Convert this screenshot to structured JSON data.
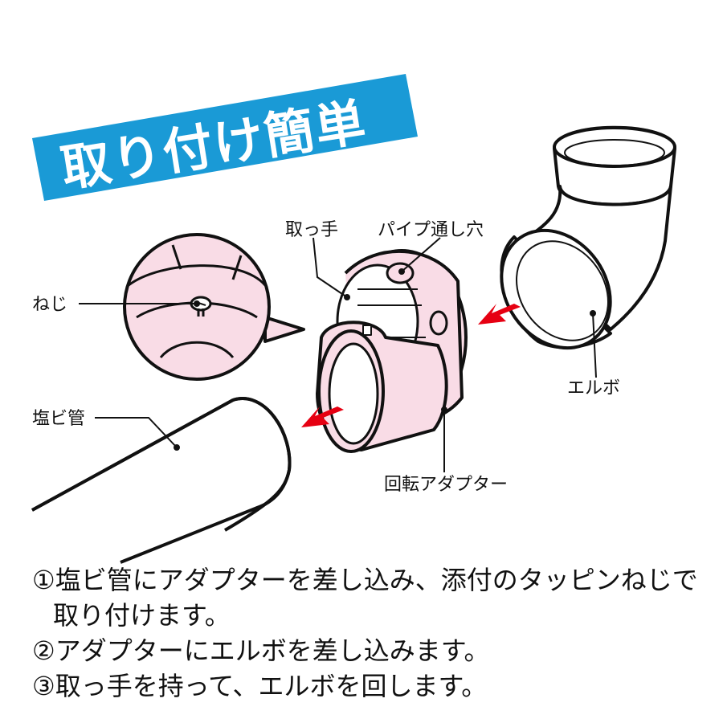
{
  "banner": {
    "title": "取り付け簡単",
    "color": "#1a9ad6"
  },
  "colors": {
    "adapter_pink": "#f9dce6",
    "arrow_red": "#e60012",
    "outline": "#111111"
  },
  "labels": {
    "handle": "取っ手",
    "pipe_hole": "パイプ通し穴",
    "screw": "ねじ",
    "elbow": "エルボ",
    "pvc_pipe": "塩ビ管",
    "rotary_adapter": "回転アダプター"
  },
  "instructions": {
    "step1_line1": "①塩ビ管にアダプターを差し込み、添付のタッピンねじで",
    "step1_line2": "取り付けます。",
    "step2": "②アダプターにエルボを差し込みます。",
    "step3": "③取っ手を持って、エルボを回します。"
  }
}
